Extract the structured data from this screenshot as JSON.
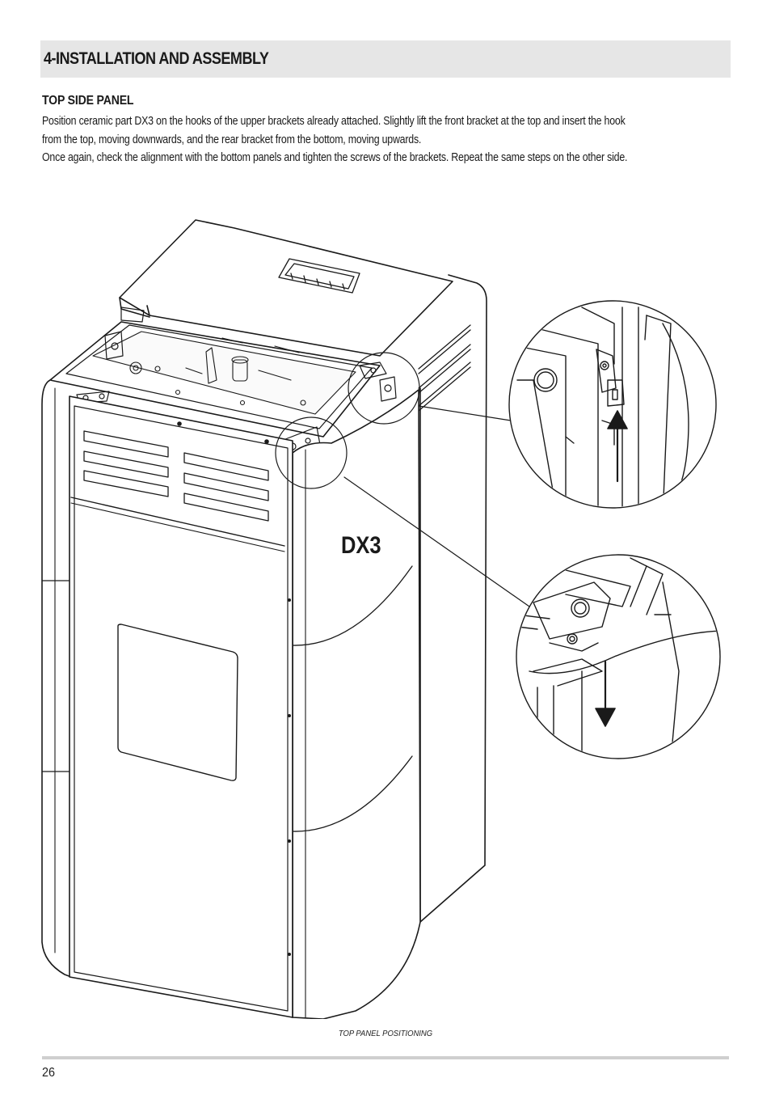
{
  "header": {
    "title": "4-INSTALLATION AND ASSEMBLY"
  },
  "section": {
    "title": "TOP SIDE PANEL",
    "lines": [
      "Position ceramic part DX3 on the hooks of the upper brackets already attached. Slightly lift the front bracket at the top and insert the hook",
      "from the top, moving downwards, and the rear bracket from the bottom, moving upwards.",
      "Once again, check the alignment with the bottom panels and tighten the screws of the brackets. Repeat the same steps on the other side."
    ]
  },
  "figure": {
    "part_label": "DX3",
    "caption": "TOP PANEL POSITIONING"
  },
  "footer": {
    "page_number": "26"
  }
}
